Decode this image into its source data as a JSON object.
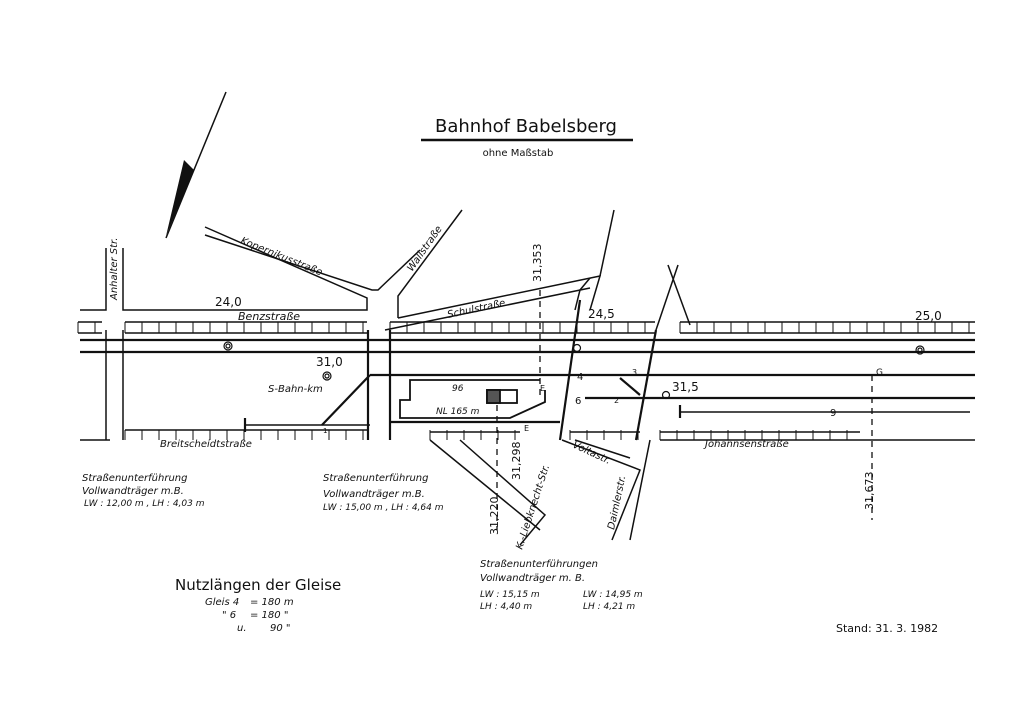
{
  "title": "Bahnhof Babelsberg",
  "subtitle": "ohne Maßstab",
  "streets": {
    "anhalter": "Anhalter Str.",
    "kopernikus": "Kopernikusstraße",
    "wall": "Wallstraße",
    "schul": "Schulstraße",
    "benz": "Benzstraße",
    "breitscheid": "Breitscheidtstraße",
    "liebknecht": "K.-Liebknecht-Str.",
    "volta": "Voltastr.",
    "daimler": "Daimlerstr.",
    "johannsen": "Johannsenstraße"
  },
  "km_marks": {
    "k240": "24,0",
    "k245": "24,5",
    "k250": "25,0",
    "k310": "31,0",
    "k315": "31,5",
    "sbahn_km": "S-Bahn-km",
    "k31353": "31,353",
    "k31298": "31,298",
    "k31220": "31,220",
    "k31673": "31,673"
  },
  "track_labels": {
    "t1": "1",
    "t2": "2",
    "t3": "3",
    "t4": "4",
    "t6": "6",
    "t9": "9",
    "signal96": "96",
    "nl": "NL 165 m",
    "e1": "E",
    "e2": "E",
    "g": "G"
  },
  "notes": {
    "left": [
      "Straßenunterführung",
      "Vollwandträger m.B.",
      "LW : 12,00 m , LH : 4,03 m"
    ],
    "middle": [
      "Straßenunterführung",
      "Vollwandträger m.B.",
      "LW : 15,00 m , LH : 4,64 m"
    ],
    "right": [
      "Straßenunterführungen",
      "Vollwandträger m. B.",
      "LW : 15,15 m",
      "LW : 14,95 m",
      "LH : 4,40 m",
      "LH : 4,21 m"
    ]
  },
  "lengths": {
    "title": "Nutzlängen der Gleise",
    "rows": [
      {
        "label": "Gleis 4",
        "value": "= 180 m"
      },
      {
        "label": "\"   6",
        "value": "= 180 \""
      },
      {
        "label": "u.",
        "value": "90 \""
      }
    ]
  },
  "stand": "Stand: 31. 3. 1982"
}
